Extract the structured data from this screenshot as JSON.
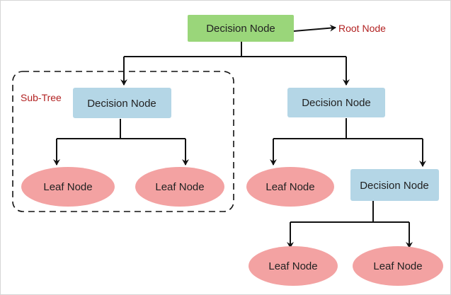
{
  "diagram": {
    "type": "decision-tree",
    "colors": {
      "root_fill": "#9ad67a",
      "decision_fill": "#b4d6e6",
      "leaf_fill": "#f3a2a2",
      "annotation_text": "#b22222",
      "edge": "#111111",
      "subtree_border": "#111111"
    },
    "annotations": {
      "root_label": "Root Node",
      "subtree_label": "Sub-Tree"
    },
    "nodes": {
      "root": {
        "label": "Decision Node",
        "kind": "root"
      },
      "left_decision": {
        "label": "Decision Node",
        "kind": "decision"
      },
      "right_decision": {
        "label": "Decision Node",
        "kind": "decision"
      },
      "right_inner_decision": {
        "label": "Decision Node",
        "kind": "decision"
      },
      "leaf_1": {
        "label": "Leaf Node",
        "kind": "leaf"
      },
      "leaf_2": {
        "label": "Leaf Node",
        "kind": "leaf"
      },
      "leaf_3": {
        "label": "Leaf Node",
        "kind": "leaf"
      },
      "leaf_4": {
        "label": "Leaf Node",
        "kind": "leaf"
      },
      "leaf_5": {
        "label": "Leaf Node",
        "kind": "leaf"
      }
    },
    "edges": [
      {
        "from": "root",
        "to": "left_decision"
      },
      {
        "from": "root",
        "to": "right_decision"
      },
      {
        "from": "left_decision",
        "to": "leaf_1"
      },
      {
        "from": "left_decision",
        "to": "leaf_2"
      },
      {
        "from": "right_decision",
        "to": "leaf_3"
      },
      {
        "from": "right_decision",
        "to": "right_inner_decision"
      },
      {
        "from": "right_inner_decision",
        "to": "leaf_4"
      },
      {
        "from": "right_inner_decision",
        "to": "leaf_5"
      }
    ]
  }
}
